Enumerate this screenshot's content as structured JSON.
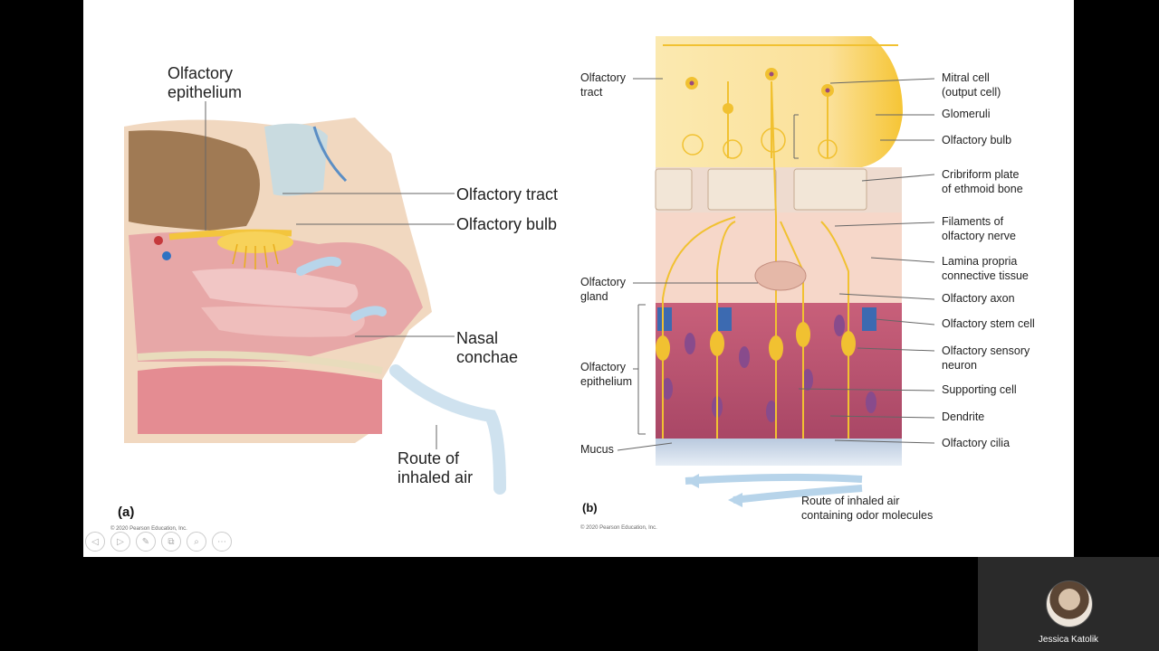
{
  "panel_a": {
    "label": "(a)",
    "callouts": {
      "olfactory_epithelium": "Olfactory\nepithelium",
      "olfactory_tract": "Olfactory tract",
      "olfactory_bulb": "Olfactory bulb",
      "nasal_conchae": "Nasal\nconchae",
      "route_of_inhaled_air": "Route of\ninhaled air"
    },
    "copyright": "© 2020 Pearson Education, Inc."
  },
  "panel_b": {
    "label": "(b)",
    "left_callouts": {
      "olfactory_tract": "Olfactory\ntract",
      "olfactory_gland": "Olfactory\ngland",
      "olfactory_epithelium": "Olfactory\nepithelium",
      "mucus": "Mucus"
    },
    "right_callouts": {
      "mitral_cell": "Mitral cell\n(output cell)",
      "glomeruli": "Glomeruli",
      "olfactory_bulb": "Olfactory bulb",
      "cribriform_plate": "Cribriform plate\nof ethmoid bone",
      "filaments": "Filaments of\nolfactory nerve",
      "lamina_propria": "Lamina propria\nconnective tissue",
      "olfactory_axon": "Olfactory axon",
      "stem_cell": "Olfactory stem cell",
      "sensory_neuron": "Olfactory sensory\nneuron",
      "supporting_cell": "Supporting cell",
      "dendrite": "Dendrite",
      "cilia": "Olfactory cilia"
    },
    "route": "Route of inhaled air\ncontaining odor molecules",
    "copyright": "© 2020 Pearson Education, Inc."
  },
  "controls": {
    "prev": "◁",
    "next": "▷",
    "pen": "✎",
    "slides": "⧉",
    "zoom": "⌕",
    "more": "⋯"
  },
  "video": {
    "participant_name": "Jessica Katolik"
  },
  "icons": [
    "arrow-left-icon",
    "arrow-right-icon",
    "pen-icon",
    "slides-icon",
    "zoom-icon",
    "more-icon"
  ]
}
